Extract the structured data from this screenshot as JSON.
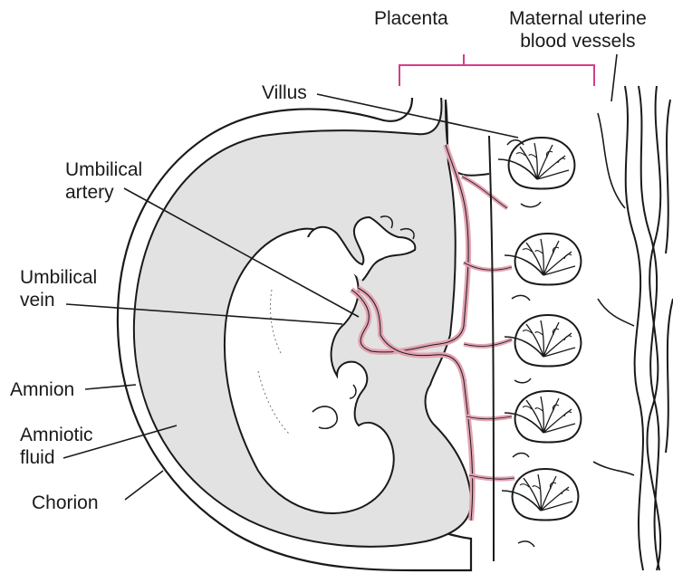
{
  "labels": {
    "placenta": "Placenta",
    "maternal_vessels": [
      "Maternal uterine",
      "blood vessels"
    ],
    "villus": "Villus",
    "umbilical_artery": [
      "Umbilical",
      "artery"
    ],
    "umbilical_vein": [
      "Umbilical",
      "vein"
    ],
    "amnion": "Amnion",
    "amniotic_fluid": [
      "Amniotic",
      "fluid"
    ],
    "chorion": "Chorion"
  },
  "colors": {
    "placenta_bracket": "#d63c88",
    "umbilical_cord": "#e3a3b3",
    "amniotic_fluid": "#e2e2e2",
    "line": "#1a1a1a"
  }
}
